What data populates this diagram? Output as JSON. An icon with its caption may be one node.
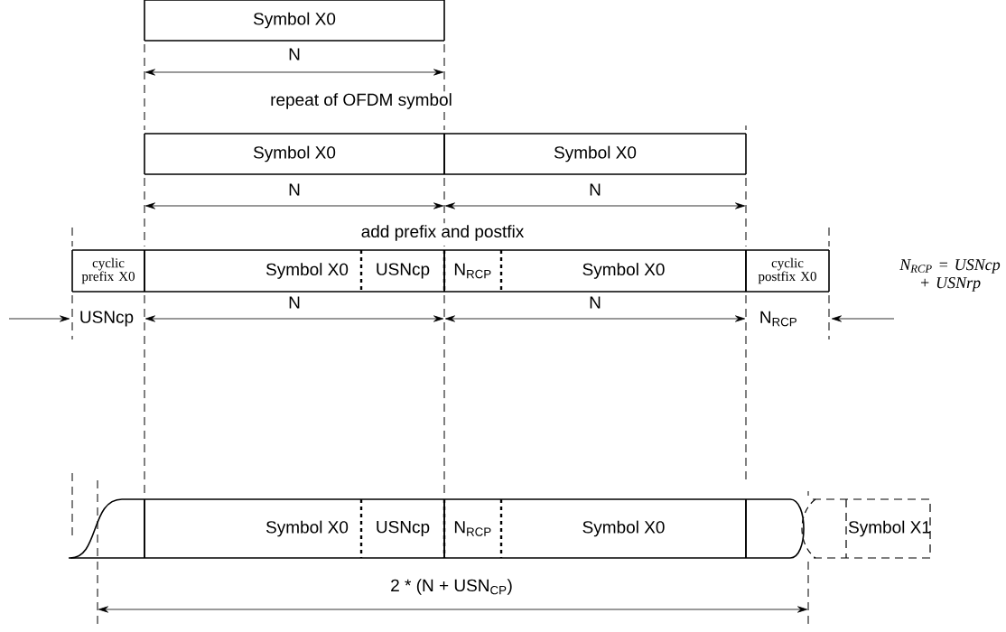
{
  "diagram": {
    "nodes": [
      {
        "text": [
          "Symbol X0"
        ]
      },
      {
        "text": [
          "Symbol X0"
        ]
      },
      {
        "text": [
          "Symbol X0"
        ]
      },
      {
        "text": [
          "cyclic prefix X0"
        ]
      },
      {
        "text": [
          "Symbol X0"
        ]
      },
      {
        "text": [
          "USNcp"
        ]
      },
      {
        "text": [
          "N$_{RCP}$"
        ]
      },
      {
        "text": [
          "Symbol X0"
        ]
      },
      {
        "text": [
          "cyclic postfix X0"
        ]
      },
      {
        "text": [],
        "shape": "box"
      },
      {
        "text": [
          "Symbol X0"
        ]
      },
      {
        "text": [
          "USNcp"
        ]
      },
      {
        "text": [
          "N$_{RCP}$"
        ]
      },
      {
        "text": [
          "Symbol X0"
        ]
      },
      {
        "text": [],
        "shape": "box"
      },
      {
        "text": [
          "Symbol X1"
        ]
      }
    ],
    "labels": [
      "N",
      "repeat of OFDM symbol",
      "N",
      "N",
      "add prefix and postfix",
      "N$_{RCP}$ = USNcp + USNrp",
      "USNcp",
      "N",
      "N",
      "N$_{RCP}$",
      "2 * (N + USN$_{CP}$)"
    ]
  }
}
